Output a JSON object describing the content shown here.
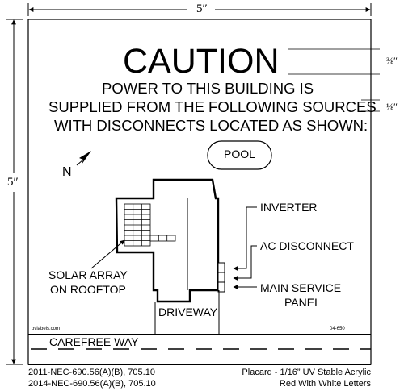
{
  "dimensions": {
    "width_label": "5″",
    "height_label": "5″",
    "caution_height_label": "⅜″",
    "text_height_label": "⅛″"
  },
  "placard": {
    "title": "CAUTION",
    "body_lines": [
      "POWER TO THIS BUILDING IS",
      "SUPPLIED FROM THE FOLLOWING SOURCES",
      "WITH DISCONNECTS LOCATED AS SHOWN:"
    ],
    "north_label": "N",
    "pool_label": "POOL",
    "driveway_label": "DRIVEWAY",
    "street_label": "CAREFREE WAY",
    "vendor": "pvlabels.com",
    "part_number": "04-650",
    "callouts": {
      "inverter": "INVERTER",
      "ac_disconnect": "AC DISCONNECT",
      "main_service_line1": "MAIN SERVICE",
      "main_service_line2": "PANEL",
      "solar_line1": "SOLAR ARRAY",
      "solar_line2": "ON ROOFTOP"
    }
  },
  "footer": {
    "codes_line1": "2011-NEC-690.56(A)(B), 705.10",
    "codes_line2": "2014-NEC-690.56(A)(B), 705.10",
    "material_line1": "Placard - 1/16” UV Stable Acrylic",
    "material_line2": "Red With White Letters"
  }
}
